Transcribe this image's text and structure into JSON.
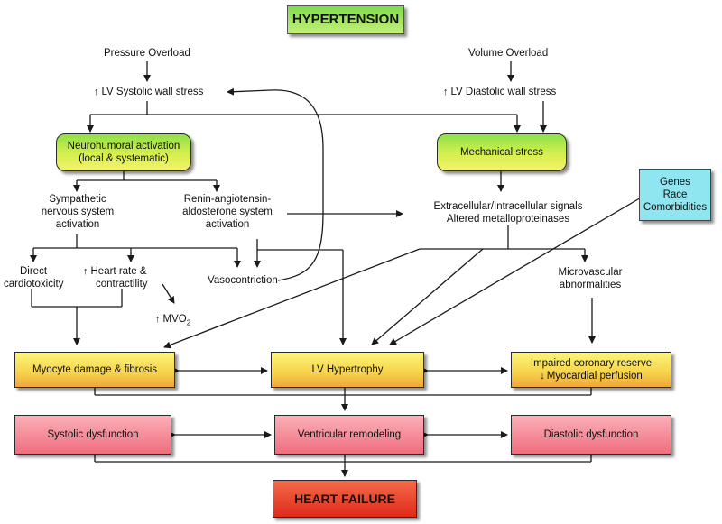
{
  "title": "HYPERTENSION",
  "pressure_overload": "Pressure Overload",
  "volume_overload": "Volume Overload",
  "lv_systolic_wall_stress": "LV Systolic wall stress",
  "lv_diastolic_wall_stress": "LV Diastolic wall stress",
  "neurohumoral": [
    "Neurohumoral activation",
    "(local & systematic)"
  ],
  "mechanical_stress": "Mechanical stress",
  "sympathetic": [
    "Sympathetic",
    "nervous system",
    "activation"
  ],
  "raas": [
    "Renin-angiotensin-",
    "aldosterone system",
    "activation"
  ],
  "signals": [
    "Extracellular/Intracellular signals",
    "Altered metalloproteinases"
  ],
  "genes": [
    "Genes",
    "Race",
    "Comorbidities"
  ],
  "direct_cardiotoxicity": [
    "Direct",
    "cardiotoxicity"
  ],
  "heart_rate": [
    "Heart rate &",
    "contractility"
  ],
  "mvo2": "MVO",
  "mvo2_sub": "2",
  "vasoconstriction": "Vasocontriction",
  "microvascular": [
    "Microvascular",
    "abnormalities"
  ],
  "myocyte_damage": "Myocyte damage & fibrosis",
  "lv_hypertrophy": "LV Hypertrophy",
  "impaired_coronary": [
    "Impaired coronary reserve",
    "Myocardial perfusion"
  ],
  "systolic_dysfunction": "Systolic dysfunction",
  "ventricular_remodeling": "Ventricular remodeling",
  "diastolic_dysfunction": "Diastolic dysfunction",
  "heart_failure": "HEART FAILURE",
  "colors": {
    "title_fill": "#9be36b",
    "process_fill": "#d6ef4e",
    "outcome_fill": "#f7d24a",
    "dysfunction_fill": "#ef6d7e",
    "heart_failure_fill": "#ee3b24",
    "genes_fill": "#8fe6f0",
    "line": "#1a1a1a"
  },
  "icons": {
    "increase": "up-arrow-icon",
    "decrease": "down-arrow-icon"
  }
}
